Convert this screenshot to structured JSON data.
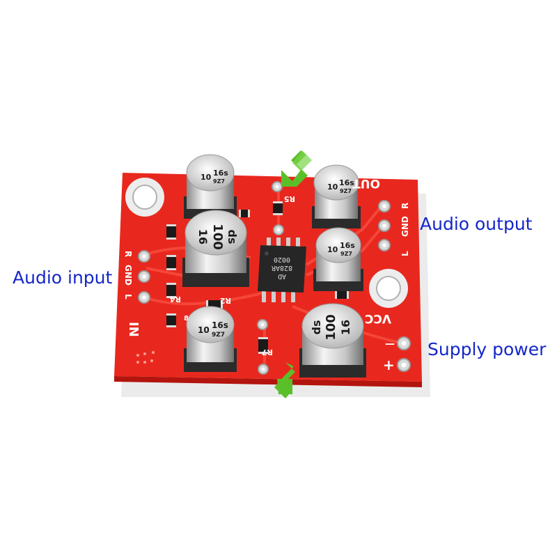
{
  "callouts": {
    "audio_input": "Audio input",
    "audio_output": "Audio output",
    "supply_power": "Supply power",
    "color": "#1426c8"
  },
  "board": {
    "pcb_color": "#e8281e",
    "silkscreen": {
      "in": "IN",
      "out": "OUT",
      "vcc": "VCC",
      "r": "R",
      "gnd": "GND",
      "l": "L",
      "minus": "—",
      "plus": "+",
      "r2": "R2",
      "r4": "R4",
      "r5": "R5",
      "r7": "R7",
      "r8": "8"
    },
    "small_caps": [
      {
        "value": "10",
        "voltage": "16s",
        "code": "9Z7"
      },
      {
        "value": "10",
        "voltage": "16s",
        "code": "9Z7"
      },
      {
        "value": "10",
        "voltage": "16s",
        "code": "9Z7"
      },
      {
        "value": "10",
        "voltage": "16s",
        "code": "9Z7"
      }
    ],
    "large_caps": [
      {
        "value": "100",
        "voltage": "16",
        "brand": "ds"
      },
      {
        "value": "100",
        "voltage": "16",
        "brand": "ds"
      }
    ],
    "chip": {
      "line1": "AD",
      "line2": "828AR",
      "line3": "0020"
    },
    "arrow_color": "#5bbf2a"
  }
}
